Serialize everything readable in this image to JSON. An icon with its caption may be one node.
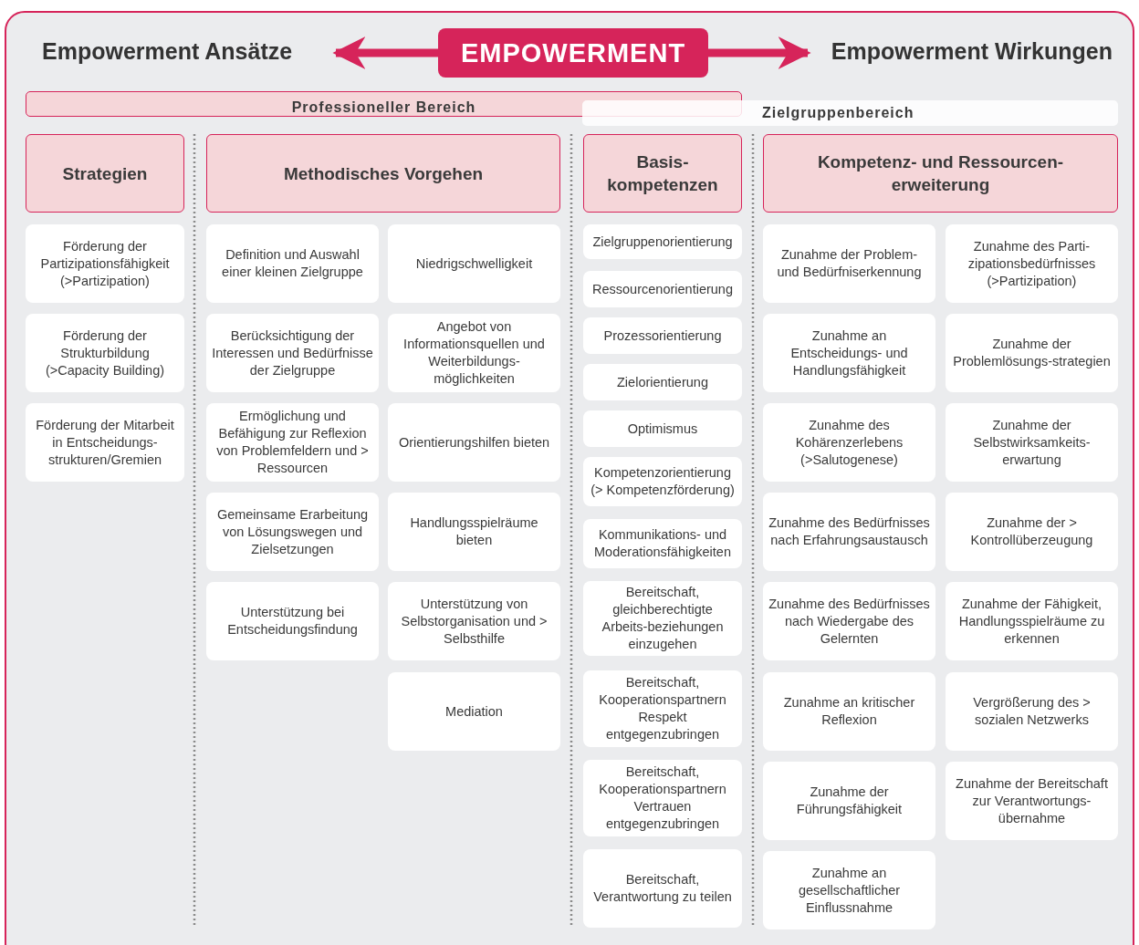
{
  "diagram": {
    "nodes": [
      {
        "text": [
          "Empowerment Ansätze"
        ]
      },
      {
        "text": [
          "EMPOWERMENT"
        ]
      },
      {
        "text": [
          "Empowerment Wirkungen"
        ]
      },
      {
        "text": [
          "Professioneller Bereich"
        ]
      },
      {
        "text": [
          "Zielgruppenbereich"
        ]
      },
      {
        "text": [
          "Strategien"
        ]
      },
      {
        "text": [
          "Methodisches Vorgehen"
        ]
      },
      {
        "text": [
          "Basis-kompetenzen"
        ]
      },
      {
        "text": [
          "Kompetenz- und Ressourcen-erweiterung"
        ]
      },
      {
        "text": [
          "Förderung der Partizipationsfähigkeit (>Partizipation)"
        ]
      },
      {
        "text": [
          "Förderung der Strukturbildung (>Capacity Building)"
        ]
      },
      {
        "text": [
          "Förderung der Mitarbeit in Entscheidungs-strukturen/Gremien"
        ]
      },
      {
        "text": [
          "Definition und Auswahl einer kleinen Zielgruppe"
        ]
      },
      {
        "text": [
          "Berücksichtigung der Interessen und Bedürfnisse der Zielgruppe"
        ]
      },
      {
        "text": [
          "Ermöglichung und Befähigung zur Reflexion von Problemfeldern und > Ressourcen"
        ]
      },
      {
        "text": [
          "Gemeinsame Erarbeitung von Lösungswegen und Zielsetzungen"
        ]
      },
      {
        "text": [
          "Unterstützung bei Entscheidungsfindung"
        ]
      },
      {
        "text": [
          "Niedrigschwelligkeit"
        ]
      },
      {
        "text": [
          "Angebot von Informationsquellen und Weiterbildungs-möglichkeiten"
        ]
      },
      {
        "text": [
          "Orientierungshilfen bieten"
        ]
      },
      {
        "text": [
          "Handlungsspielräume bieten"
        ]
      },
      {
        "text": [
          "Unterstützung von Selbstorganisation und > Selbsthilfe"
        ]
      },
      {
        "text": [
          "Mediation"
        ]
      },
      {
        "text": [
          "Zielgruppenorientierung"
        ]
      },
      {
        "text": [
          "Ressourcenorientierung"
        ]
      },
      {
        "text": [
          "Prozessorientierung"
        ]
      },
      {
        "text": [
          "Zielorientierung"
        ]
      },
      {
        "text": [
          "Optimismus"
        ]
      },
      {
        "text": [
          "Kompetenzorientierung (> Kompetenzförderung)"
        ]
      },
      {
        "text": [
          "Kommunikations- und Moderationsfähigkeiten"
        ]
      },
      {
        "text": [
          "Bereitschaft, gleichberechtigte Arbeits-beziehungen einzugehen"
        ]
      },
      {
        "text": [
          "Bereitschaft, Kooperationspartnern Respekt entgegenzubringen"
        ]
      },
      {
        "text": [
          "Bereitschaft, Kooperationspartnern Vertrauen entgegenzubringen"
        ]
      },
      {
        "text": [
          "Bereitschaft, Verantwortung zu teilen"
        ]
      },
      {
        "text": [
          "Zunahme der Problem- und Bedürfniserkennung"
        ]
      },
      {
        "text": [
          "Zunahme an Entscheidungs- und Handlungsfähigkeit"
        ]
      },
      {
        "text": [
          "Zunahme des Kohärenzerlebens (>Salutogenese)"
        ]
      },
      {
        "text": [
          "Zunahme des Bedürfnisses nach Erfahrungsaustausch"
        ]
      },
      {
        "text": [
          "Zunahme des Bedürfnisses nach Wiedergabe des Gelernten"
        ]
      },
      {
        "text": [
          "Zunahme an kritischer Reflexion"
        ]
      },
      {
        "text": [
          "Zunahme der Führungsfähigkeit"
        ]
      },
      {
        "text": [
          "Zunahme an gesellschaftlicher Einflussnahme"
        ]
      },
      {
        "text": [
          "Zunahme des Parti-zipationsbedürfnisses (>Partizipation)"
        ]
      },
      {
        "text": [
          "Zunahme der Problemlösungs-strategien"
        ]
      },
      {
        "text": [
          "Zunahme der Selbstwirksamkeits-erwartung"
        ]
      },
      {
        "text": [
          "Zunahme der > Kontrollüberzeugung"
        ]
      },
      {
        "text": [
          "Zunahme der Fähigkeit, Handlungsspielräume zu erkennen"
        ]
      },
      {
        "text": [
          "Vergrößerung des > sozialen Netzwerks"
        ]
      },
      {
        "text": [
          "Zunahme der Bereitschaft zur Verantwortungs-übernahme"
        ]
      }
    ],
    "edges": [
      {
        "from": 1,
        "to": 0,
        "arrow": "to"
      },
      {
        "from": 1,
        "to": 2,
        "arrow": "to"
      }
    ]
  }
}
